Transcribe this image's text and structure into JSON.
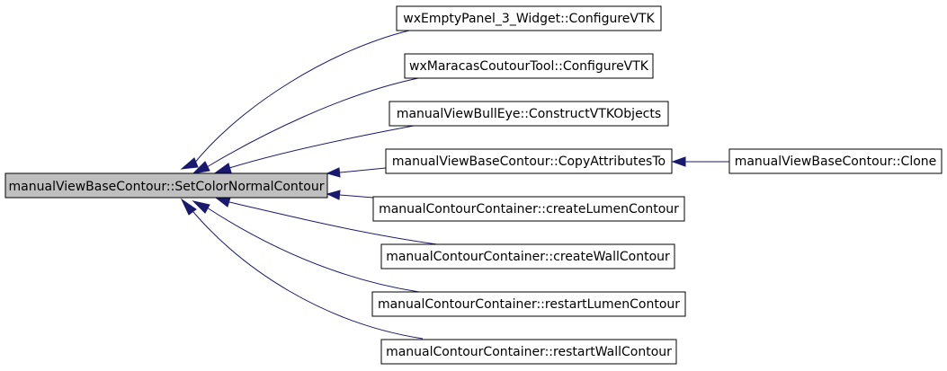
{
  "diagram": {
    "root": "manualViewBaseContour::SetColorNormalContour",
    "nodes": [
      {
        "id": "root",
        "label": "manualViewBaseContour::SetColorNormalContour",
        "highlight": true
      },
      {
        "id": "n1",
        "label": "wxEmptyPanel_3_Widget::ConfigureVTK"
      },
      {
        "id": "n2",
        "label": "wxMaracasCoutourTool::ConfigureVTK"
      },
      {
        "id": "n3",
        "label": "manualViewBullEye::ConstructVTKObjects"
      },
      {
        "id": "n4",
        "label": "manualViewBaseContour::CopyAttributesTo"
      },
      {
        "id": "n5",
        "label": "manualContourContainer::createLumenContour"
      },
      {
        "id": "n6",
        "label": "manualContourContainer::createWallContour"
      },
      {
        "id": "n7",
        "label": "manualContourContainer::restartLumenContour"
      },
      {
        "id": "n8",
        "label": "manualContourContainer::restartWallContour"
      },
      {
        "id": "n9",
        "label": "manualViewBaseContour::Clone"
      }
    ],
    "edges": [
      {
        "from": "n1",
        "to": "root"
      },
      {
        "from": "n2",
        "to": "root"
      },
      {
        "from": "n3",
        "to": "root"
      },
      {
        "from": "n4",
        "to": "root"
      },
      {
        "from": "n5",
        "to": "root"
      },
      {
        "from": "n6",
        "to": "root"
      },
      {
        "from": "n7",
        "to": "root"
      },
      {
        "from": "n8",
        "to": "root"
      },
      {
        "from": "n9",
        "to": "n4"
      }
    ],
    "colors": {
      "edge": "#191970",
      "highlight_fill": "#bfbfbf",
      "node_fill": "#ffffff",
      "border": "#000000"
    }
  }
}
